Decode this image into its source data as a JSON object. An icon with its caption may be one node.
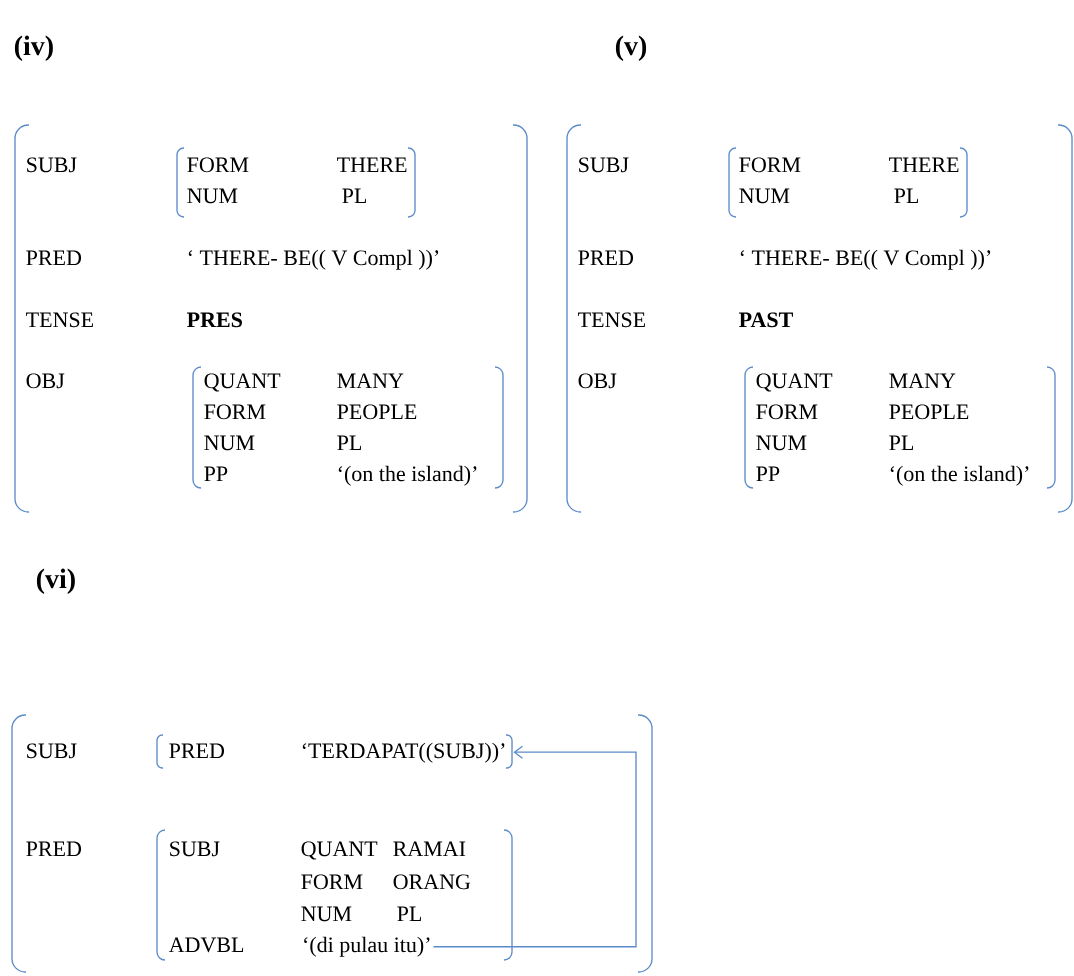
{
  "diagram": {
    "nodes": [
      {
        "text": [
          "SUBJ",
          "PRED",
          "‘ THERE- BE(( V Compl ))’",
          "TENSE",
          "PRES",
          "OBJ"
        ]
      },
      {
        "text": [
          "FORM",
          "THERE",
          "NUM",
          "PL"
        ],
        "in": 0
      },
      {
        "text": [
          "QUANT",
          "MANY",
          "FORM",
          "PEOPLE",
          "NUM",
          "PL",
          "PP",
          "‘(on the island)’"
        ],
        "in": 0
      },
      {
        "text": [
          "SUBJ",
          "PRED",
          "‘ THERE- BE(( V Compl ))’",
          "TENSE",
          "PAST",
          "OBJ"
        ]
      },
      {
        "text": [
          "FORM",
          "THERE",
          "NUM",
          "PL"
        ],
        "in": 3
      },
      {
        "text": [
          "QUANT",
          "MANY",
          "FORM",
          "PEOPLE",
          "NUM",
          "PL",
          "PP",
          "‘(on the island)’"
        ],
        "in": 3
      },
      {
        "text": [
          "SUBJ",
          "PRED"
        ]
      },
      {
        "text": [
          "PRED",
          "‘TERDAPAT((SUBJ))’"
        ],
        "in": 6
      },
      {
        "text": [
          "SUBJ",
          "QUANT",
          "RAMAI",
          "FORM",
          "ORANG",
          "NUM",
          "PL",
          "ADVBL"
        ],
        "in": 6
      },
      {
        "text": [
          "‘(di pulau itu)’"
        ],
        "in": 8
      }
    ],
    "edges": [
      {
        "from": 9,
        "to": 7,
        "arrow": "to"
      }
    ],
    "labels": [
      "(iv)",
      "(v)",
      "(vi)"
    ]
  }
}
